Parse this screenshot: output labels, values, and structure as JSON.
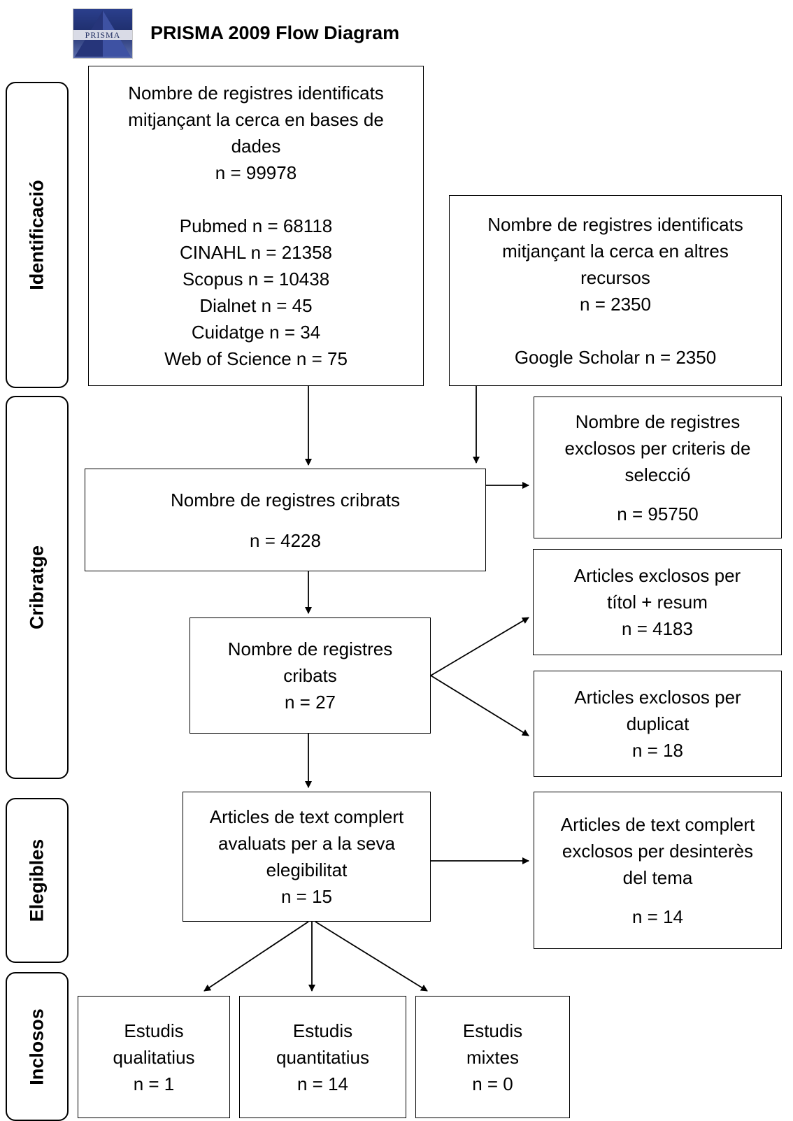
{
  "header": {
    "logo_text": "PRISMA",
    "title": "PRISMA 2009 Flow Diagram"
  },
  "stages": {
    "identification": "Identificació",
    "screening": "Cribratge",
    "eligibility": "Elegibles",
    "included": "Inclosos"
  },
  "boxes": {
    "db_records": {
      "l1": "Nombre de registres identificats",
      "l2": "mitjançant la cerca en bases de",
      "l3": "dades",
      "n": "n = 99978",
      "sources": [
        "Pubmed n = 68118",
        "CINAHL n = 21358",
        "Scopus n = 10438",
        "Dialnet n = 45",
        "Cuidatge n = 34",
        "Web of Science n = 75"
      ]
    },
    "other_records": {
      "l1": "Nombre de registres identificats",
      "l2": "mitjançant la cerca en altres",
      "l3": "recursos",
      "n": "n = 2350",
      "source": "Google Scholar n = 2350"
    },
    "screened": {
      "l1": "Nombre de registres cribrats",
      "n": "n = 4228"
    },
    "excluded_criteria": {
      "l1": "Nombre de registres",
      "l2": "exclosos per criteris de",
      "l3": "selecció",
      "n": "n = 95750"
    },
    "screened2": {
      "l1": "Nombre de registres",
      "l2": "cribats",
      "n": "n = 27"
    },
    "excluded_title": {
      "l1": "Articles exclosos per",
      "l2": "títol + resum",
      "n": "n = 4183"
    },
    "excluded_duplicate": {
      "l1": "Articles exclosos per",
      "l2": "duplicat",
      "n": "n = 18"
    },
    "fulltext": {
      "l1": "Articles de text complert",
      "l2": "avaluats per a la seva",
      "l3": "elegibilitat",
      "n": "n = 15"
    },
    "fulltext_excluded": {
      "l1": "Articles de text complert",
      "l2": "exclosos per desinterès",
      "l3": "del tema",
      "n": "n = 14"
    },
    "qualitative": {
      "l1": "Estudis",
      "l2": "qualitatius",
      "n": "n = 1"
    },
    "quantitative": {
      "l1": "Estudis",
      "l2": "quantitatius",
      "n": "n = 14"
    },
    "mixed": {
      "l1": "Estudis",
      "l2": "mixtes",
      "n": "n = 0"
    }
  }
}
